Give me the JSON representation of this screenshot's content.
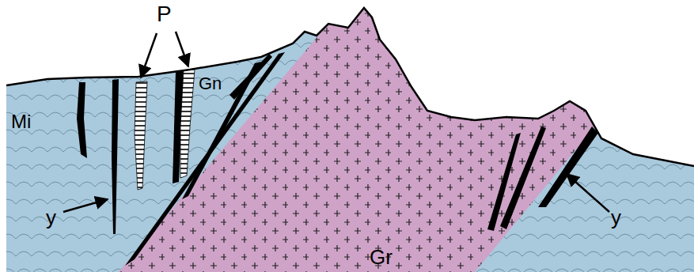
{
  "diagram": {
    "labels": [
      "P",
      "Gn",
      "Mi",
      "y",
      "Gr",
      "y"
    ]
  }
}
